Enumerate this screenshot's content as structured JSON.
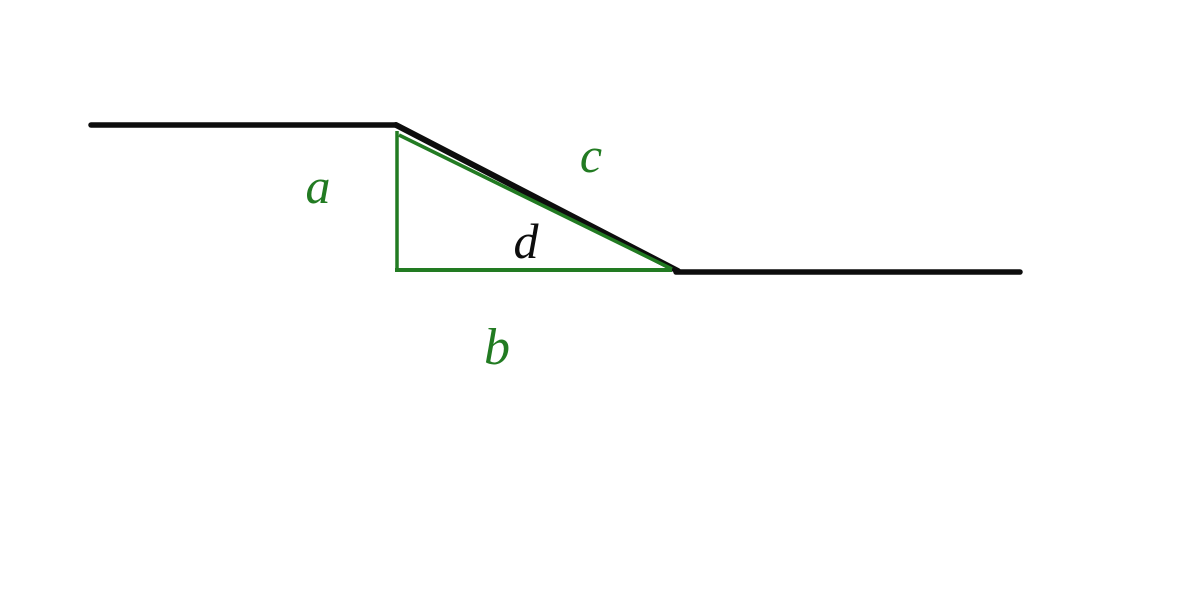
{
  "diagram": {
    "title": "slope-step-triangle-diagram",
    "background": "#ffffff",
    "colors": {
      "black": "#0d0d0d",
      "green": "#227b22"
    },
    "labels": {
      "a": {
        "text": "a",
        "color": "#227b22",
        "meaning": "vertical-leg-label"
      },
      "b": {
        "text": "b",
        "color": "#227b22",
        "meaning": "horizontal-base-label"
      },
      "c": {
        "text": "c",
        "color": "#227b22",
        "meaning": "slope-upper-label"
      },
      "d": {
        "text": "d",
        "color": "#0d0d0d",
        "meaning": "hypotenuse-label"
      }
    }
  }
}
